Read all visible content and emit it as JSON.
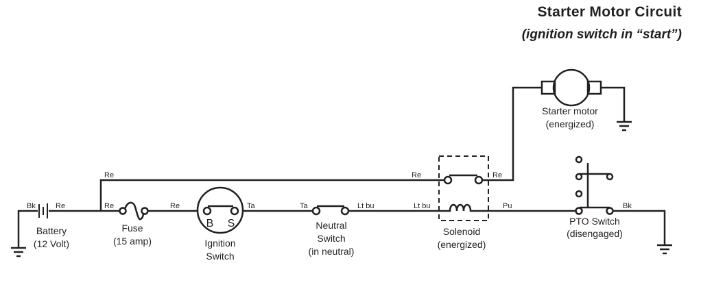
{
  "title": "Starter Motor Circuit",
  "subtitle": "(ignition switch in “start”)",
  "wire_labels": {
    "battery_neg": "Bk",
    "battery_pos": "Re",
    "fuse_in": "Re",
    "fuse_out": "Re",
    "ign_out": "Ta",
    "neutral_in": "Ta",
    "neutral_out": "Lt bu",
    "solenoid_coil_in": "Lt bu",
    "solenoid_coil_out": "Pu",
    "top_wire": "Re",
    "solenoid_contact_in": "Re",
    "solenoid_contact_out": "Re",
    "pto_out": "Bk"
  },
  "components": {
    "battery": {
      "line1": "Battery",
      "line2": "(12 Volt)"
    },
    "fuse": {
      "line1": "Fuse",
      "line2": "(15 amp)"
    },
    "ignition": {
      "line1": "Ignition",
      "line2": "Switch",
      "terminal_b": "B",
      "terminal_s": "S"
    },
    "neutral": {
      "line1": "Neutral",
      "line2": "Switch",
      "line3": "(in neutral)"
    },
    "solenoid": {
      "line1": "Solenoid",
      "line2": "(energized)"
    },
    "starter": {
      "line1": "Starter motor",
      "line2": "(energized)"
    },
    "pto": {
      "line1": "PTO Switch",
      "line2": "(disengaged)"
    }
  }
}
